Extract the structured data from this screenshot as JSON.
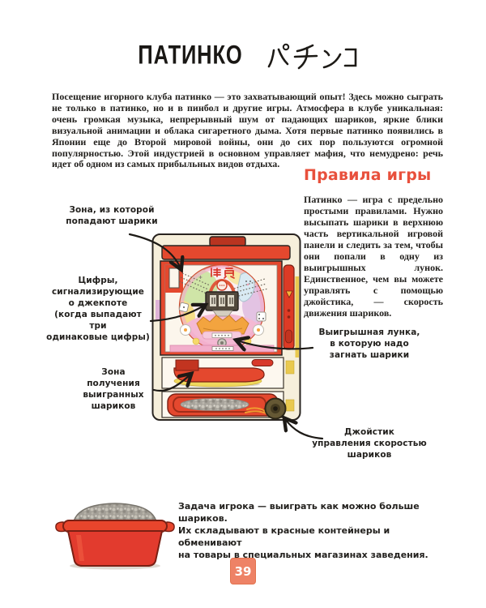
{
  "page": {
    "number": "39"
  },
  "title": {
    "main": "ПАТИНКО",
    "japanese": "パチンコ"
  },
  "intro": {
    "text": "Посещение игорного клуба патинко — это захватывающий опыт! Здесь можно сыграть не только в патинко, но и в пинбол и другие игры. Атмосфера в клубе уникальная: очень громкая музыка, непрерывный шум от падающих шариков, яркие блики визуальной анимации и облака сигаретного дыма. Хотя первые патинко появились в Японии еще до Второй мировой войны, они до сих пор пользуются огромной популярностью. Этой индустрией в основном управляет мафия, что немудрено: речь идет об одном из самых прибыльных видов отдыха."
  },
  "rules": {
    "heading": "Правила игры",
    "body": "Патинко — игра с предельно простыми правилами. Нужно высыпать шарики в верхнюю часть вертикальной игровой панели и следить за тем, чтобы они попали в одну из выигрышных лунок. Единственное, чем вы можете управлять с помощью джойстика, — скорость движения шариков."
  },
  "machine": {
    "playfield_kanji": "勝負"
  },
  "labels": {
    "entry_zone": "Зона, из которой\nпопадают шарики",
    "jackpot_digits": "Цифры,\nсигнализирующие\nо джекпоте\n(когда выпадают три\nодинаковые цифры)",
    "win_tray": "Зона\nполучения\nвыигранных\nшариков",
    "win_pocket": "Выигрышная лунка,\nв которую надо\nзагнать шарики",
    "joystick": "Джойстик\nуправления скоростью\nшариков"
  },
  "footer": {
    "note": "Задача игрока — выиграть как можно больше шариков.\nИх складывают в красные контейнеры и обменивают\nна товары в специальных магазинах заведения."
  },
  "colors": {
    "accent_orange": "#e8503c",
    "machine_red": "#e4482e",
    "casing_cream": "#f6efdb",
    "badge_salmon": "#ee8266",
    "text_dark": "#22201d"
  }
}
